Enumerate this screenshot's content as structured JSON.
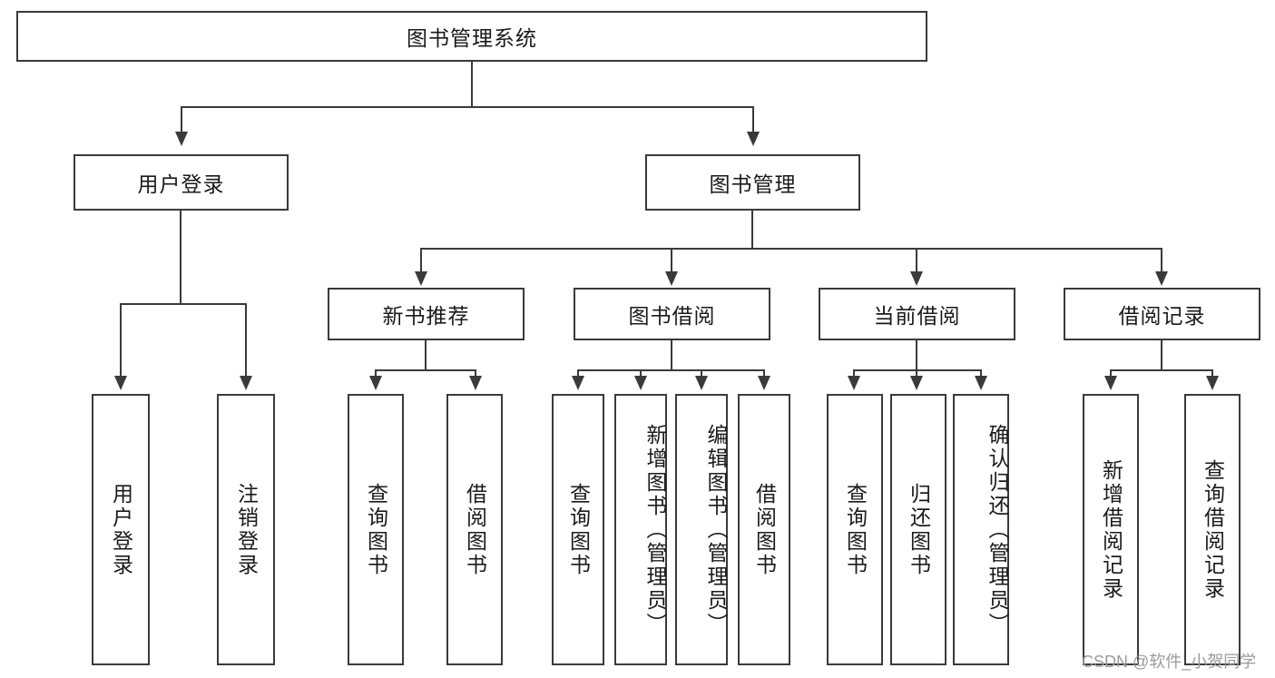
{
  "diagram": {
    "type": "tree-hierarchy-diagram",
    "title": "图书管理系统",
    "colors": {
      "stroke": "#3a3a3a",
      "fill": "#ffffff",
      "text": "#1a1a1a",
      "watermark": "#9a9a9a"
    },
    "root": {
      "label": "图书管理系统"
    },
    "level2": [
      {
        "label": "用户登录"
      },
      {
        "label": "图书管理"
      }
    ],
    "level3": [
      {
        "label": "新书推荐"
      },
      {
        "label": "图书借阅"
      },
      {
        "label": "当前借阅"
      },
      {
        "label": "借阅记录"
      }
    ],
    "leaves": {
      "user_login": [
        {
          "label": "用户登录"
        },
        {
          "label": "注销登录"
        }
      ],
      "new_book_recommend": [
        {
          "label": "查询图书"
        },
        {
          "label": "借阅图书"
        }
      ],
      "book_borrow": [
        {
          "label": "查询图书"
        },
        {
          "label": "新增图书（管理员）"
        },
        {
          "label": "编辑图书（管理员）"
        },
        {
          "label": "借阅图书"
        }
      ],
      "current_borrow": [
        {
          "label": "查询图书"
        },
        {
          "label": "归还图书"
        },
        {
          "label": "确认归还（管理员）"
        }
      ],
      "borrow_records": [
        {
          "label": "新增借阅记录"
        },
        {
          "label": "查询借阅记录"
        }
      ]
    }
  },
  "watermark": {
    "text": "CSDN @软件_小贺同学"
  }
}
